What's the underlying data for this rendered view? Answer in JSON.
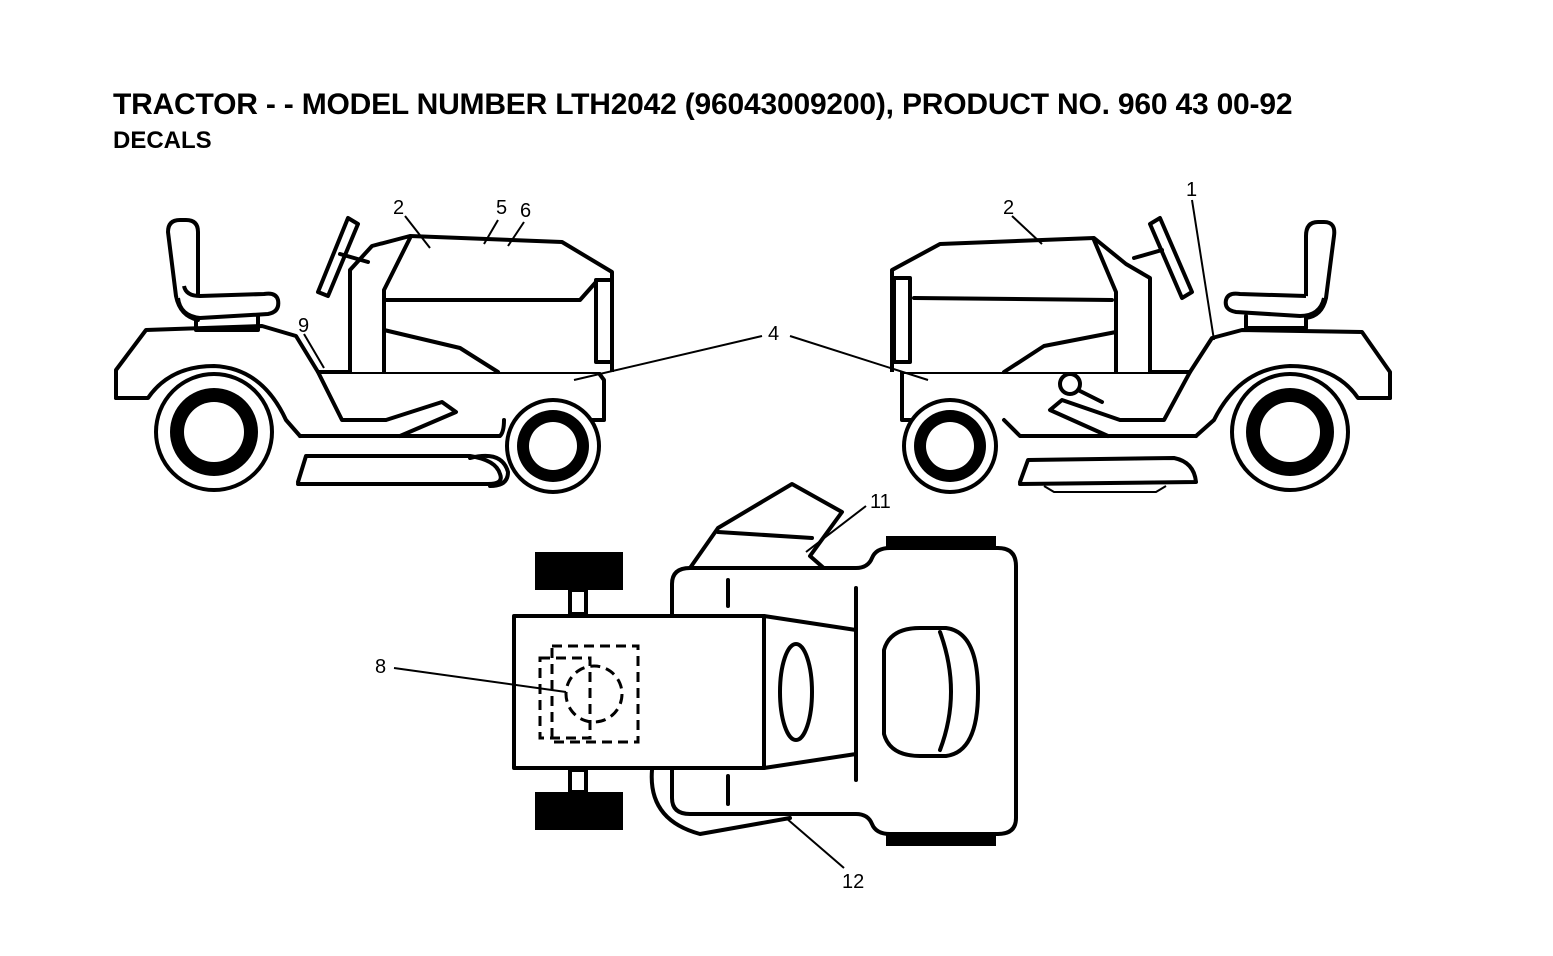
{
  "header": {
    "title": "TRACTOR - - MODEL NUMBER LTH2042 (96043009200), PRODUCT NO. 960 43 00-92",
    "subtitle": "DECALS"
  },
  "callouts": {
    "c1": "1",
    "c2_left": "2",
    "c2_right": "2",
    "c4": "4",
    "c5": "5",
    "c6": "6",
    "c8": "8",
    "c9": "9",
    "c11": "11",
    "c12": "12"
  }
}
